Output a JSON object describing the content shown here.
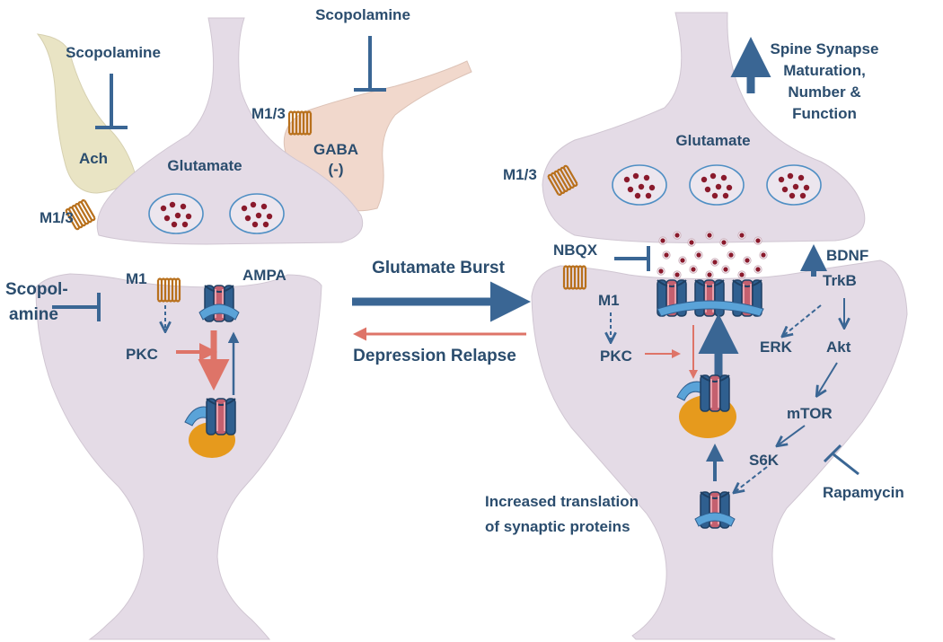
{
  "left": {
    "scopolamine_top_left": "Scopolamine",
    "scopolamine_top_right": "Scopolamine",
    "ach": "Ach",
    "gaba_line1": "GABA",
    "gaba_line2": "(-)",
    "m13_ach": "M1/3",
    "m13_gaba": "M1/3",
    "glutamate": "Glutamate",
    "scopolamine_side_line1": "Scopol-",
    "scopolamine_side_line2": "amine",
    "m1": "M1",
    "pkc": "PKC",
    "ampa": "AMPA"
  },
  "middle": {
    "glutamate_burst": "Glutamate Burst",
    "depression_relapse": "Depression Relapse"
  },
  "right": {
    "spine_line1": "Spine Synapse",
    "spine_line2": "Maturation,",
    "spine_line3": "Number &",
    "spine_line4": "Function",
    "glutamate": "Glutamate",
    "m13": "M1/3",
    "nbqx": "NBQX",
    "bdnf": "BDNF",
    "trkb": "TrkB",
    "m1": "M1",
    "pkc": "PKC",
    "erk": "ERK",
    "akt": "Akt",
    "mtor": "mTOR",
    "s6k": "S6K",
    "rapamycin": "Rapamycin",
    "translation_line1": "Increased translation",
    "translation_line2": "of synaptic proteins"
  },
  "colors": {
    "cell_fill": "#e4dbe6",
    "ach_fill": "#e9e4c4",
    "gaba_fill": "#f1d8cc",
    "label_blue": "#2b4d6e",
    "arrow_blue": "#3a6694",
    "arrow_red": "#de7468",
    "receptor_orange": "#b8701c",
    "vesicle_dot": "#8a1a2c",
    "orange_body": "#e69a1d"
  }
}
